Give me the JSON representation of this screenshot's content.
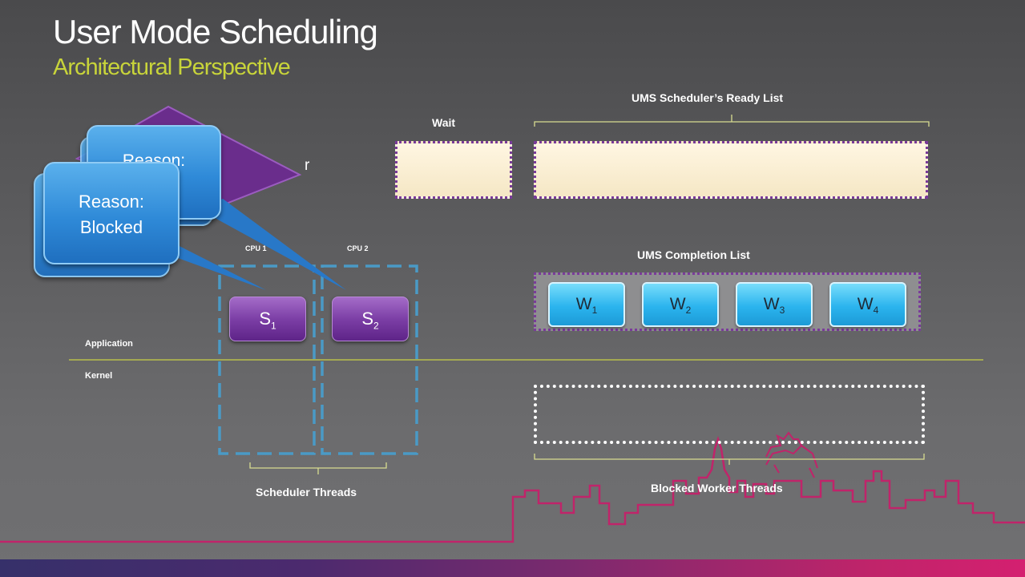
{
  "slide": {
    "title": "User Mode Scheduling",
    "subtitle": "Architectural Perspective"
  },
  "labels": {
    "ready_list": "UMS Scheduler’s Ready List",
    "wait": "Wait",
    "completion_list": "UMS Completion List",
    "application": "Application",
    "kernel": "Kernel",
    "cpu1": "CPU 1",
    "cpu2": "CPU 2",
    "scheduler_threads": "Scheduler Threads",
    "blocked_worker_threads": "Blocked Worker Threads"
  },
  "schedulers": [
    {
      "base": "S",
      "sub": "1"
    },
    {
      "base": "S",
      "sub": "2"
    }
  ],
  "workers": [
    {
      "base": "W",
      "sub": "1"
    },
    {
      "base": "W",
      "sub": "2"
    },
    {
      "base": "W",
      "sub": "3"
    },
    {
      "base": "W",
      "sub": "4"
    }
  ],
  "callouts": {
    "back_line1": "Reason:",
    "back_fragment": "r",
    "front_line1": "Reason:",
    "front_line2": "Blocked"
  },
  "colors": {
    "title": "#ffffff",
    "subtitle": "#c8d43a",
    "divider": "#b8bf4a",
    "scheduler": "#7c3fa6",
    "worker": "#2bb4ee",
    "callout": "#2f8ad8",
    "cpu_box": "#4a9ac6",
    "skyline": "#c0246a"
  }
}
